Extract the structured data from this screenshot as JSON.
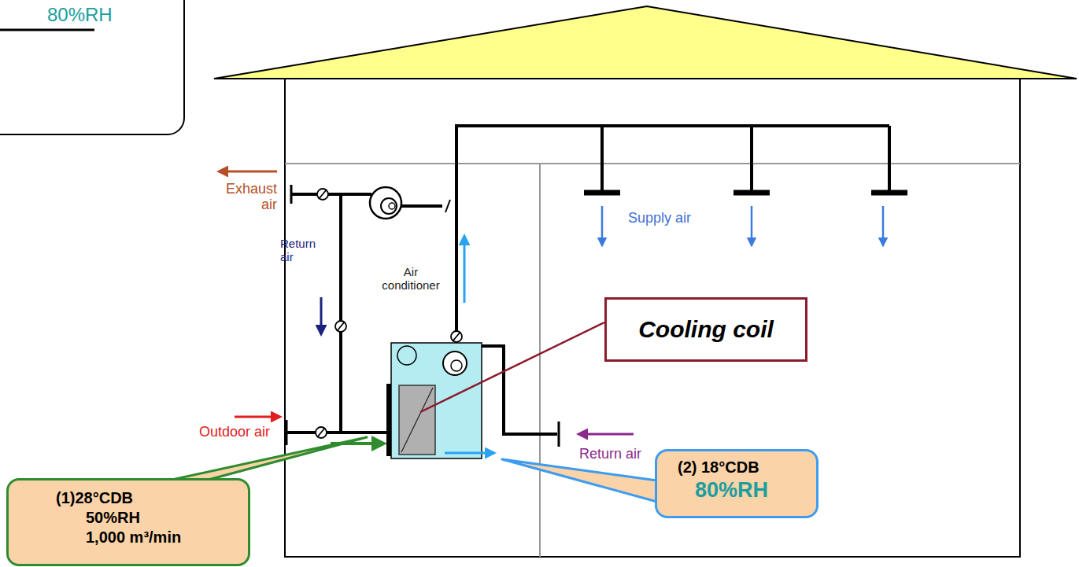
{
  "diagram": {
    "nodes": [
      {
        "text": [
          "80%RH"
        ]
      },
      {
        "text": [
          "Cooling coil"
        ]
      },
      {
        "text": [
          "(1)28°CDB",
          "50%RH",
          "1,000 m³/min"
        ]
      },
      {
        "text": [
          "(2) 18°CDB",
          "80%RH"
        ]
      }
    ],
    "labels": [
      "Exhaust air",
      "Return air",
      "Air conditioner",
      "Supply air",
      "Outdoor air",
      "Return air"
    ]
  }
}
